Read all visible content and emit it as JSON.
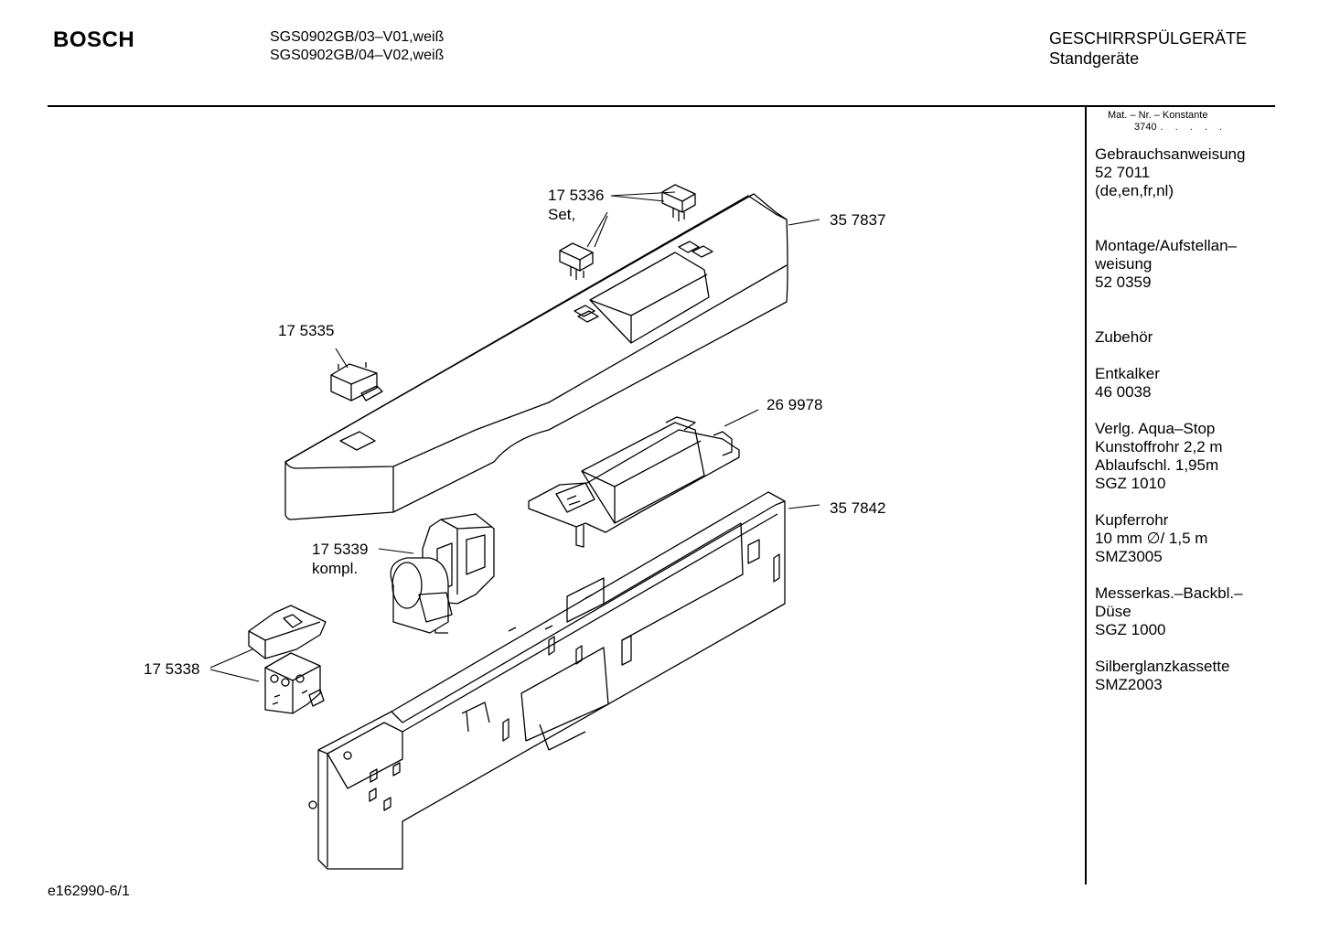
{
  "header": {
    "brand": "BOSCH",
    "models": [
      "SGS0902GB/03–V01,weiß",
      "SGS0902GB/04–V02,weiß"
    ],
    "category": "GESCHIRRSPÜLGERÄTE",
    "subcategory": "Standgeräte"
  },
  "sidebar": {
    "konstante_label": "Mat. – Nr. – Konstante",
    "konstante_value": "3740",
    "konstante_dots": ". . . . .",
    "entries": [
      {
        "lines": [
          "Gebrauchsanweisung",
          "52 7011",
          "(de,en,fr,nl)"
        ]
      },
      {
        "lines": [
          "Montage/Aufstellan–",
          "weisung",
          "52 0359"
        ]
      },
      {
        "lines": [
          "Zubehör"
        ]
      },
      {
        "lines": [
          "Entkalker",
          "46 0038"
        ]
      },
      {
        "lines": [
          "Verlg. Aqua–Stop",
          "Kunstoffrohr 2,2 m",
          "Ablaufschl. 1,95m",
          "SGZ 1010"
        ]
      },
      {
        "lines": [
          "Kupferrohr",
          "10 mm ∅/ 1,5 m",
          "SMZ3005"
        ]
      },
      {
        "lines": [
          "Messerkas.–Backbl.–",
          "Düse",
          "SGZ 1000"
        ]
      },
      {
        "lines": [
          "Silberglanzkassette",
          "SMZ2003"
        ]
      }
    ]
  },
  "parts": {
    "p175336": "17 5336",
    "p175336_note": "Set,",
    "p357837": "35 7837",
    "p175335": "17 5335",
    "p269978": "26 9978",
    "p357842": "35 7842",
    "p175339": "17 5339",
    "p175339_note": "kompl.",
    "p175338": "17 5338"
  },
  "footer": {
    "code": "e162990-6/1"
  }
}
